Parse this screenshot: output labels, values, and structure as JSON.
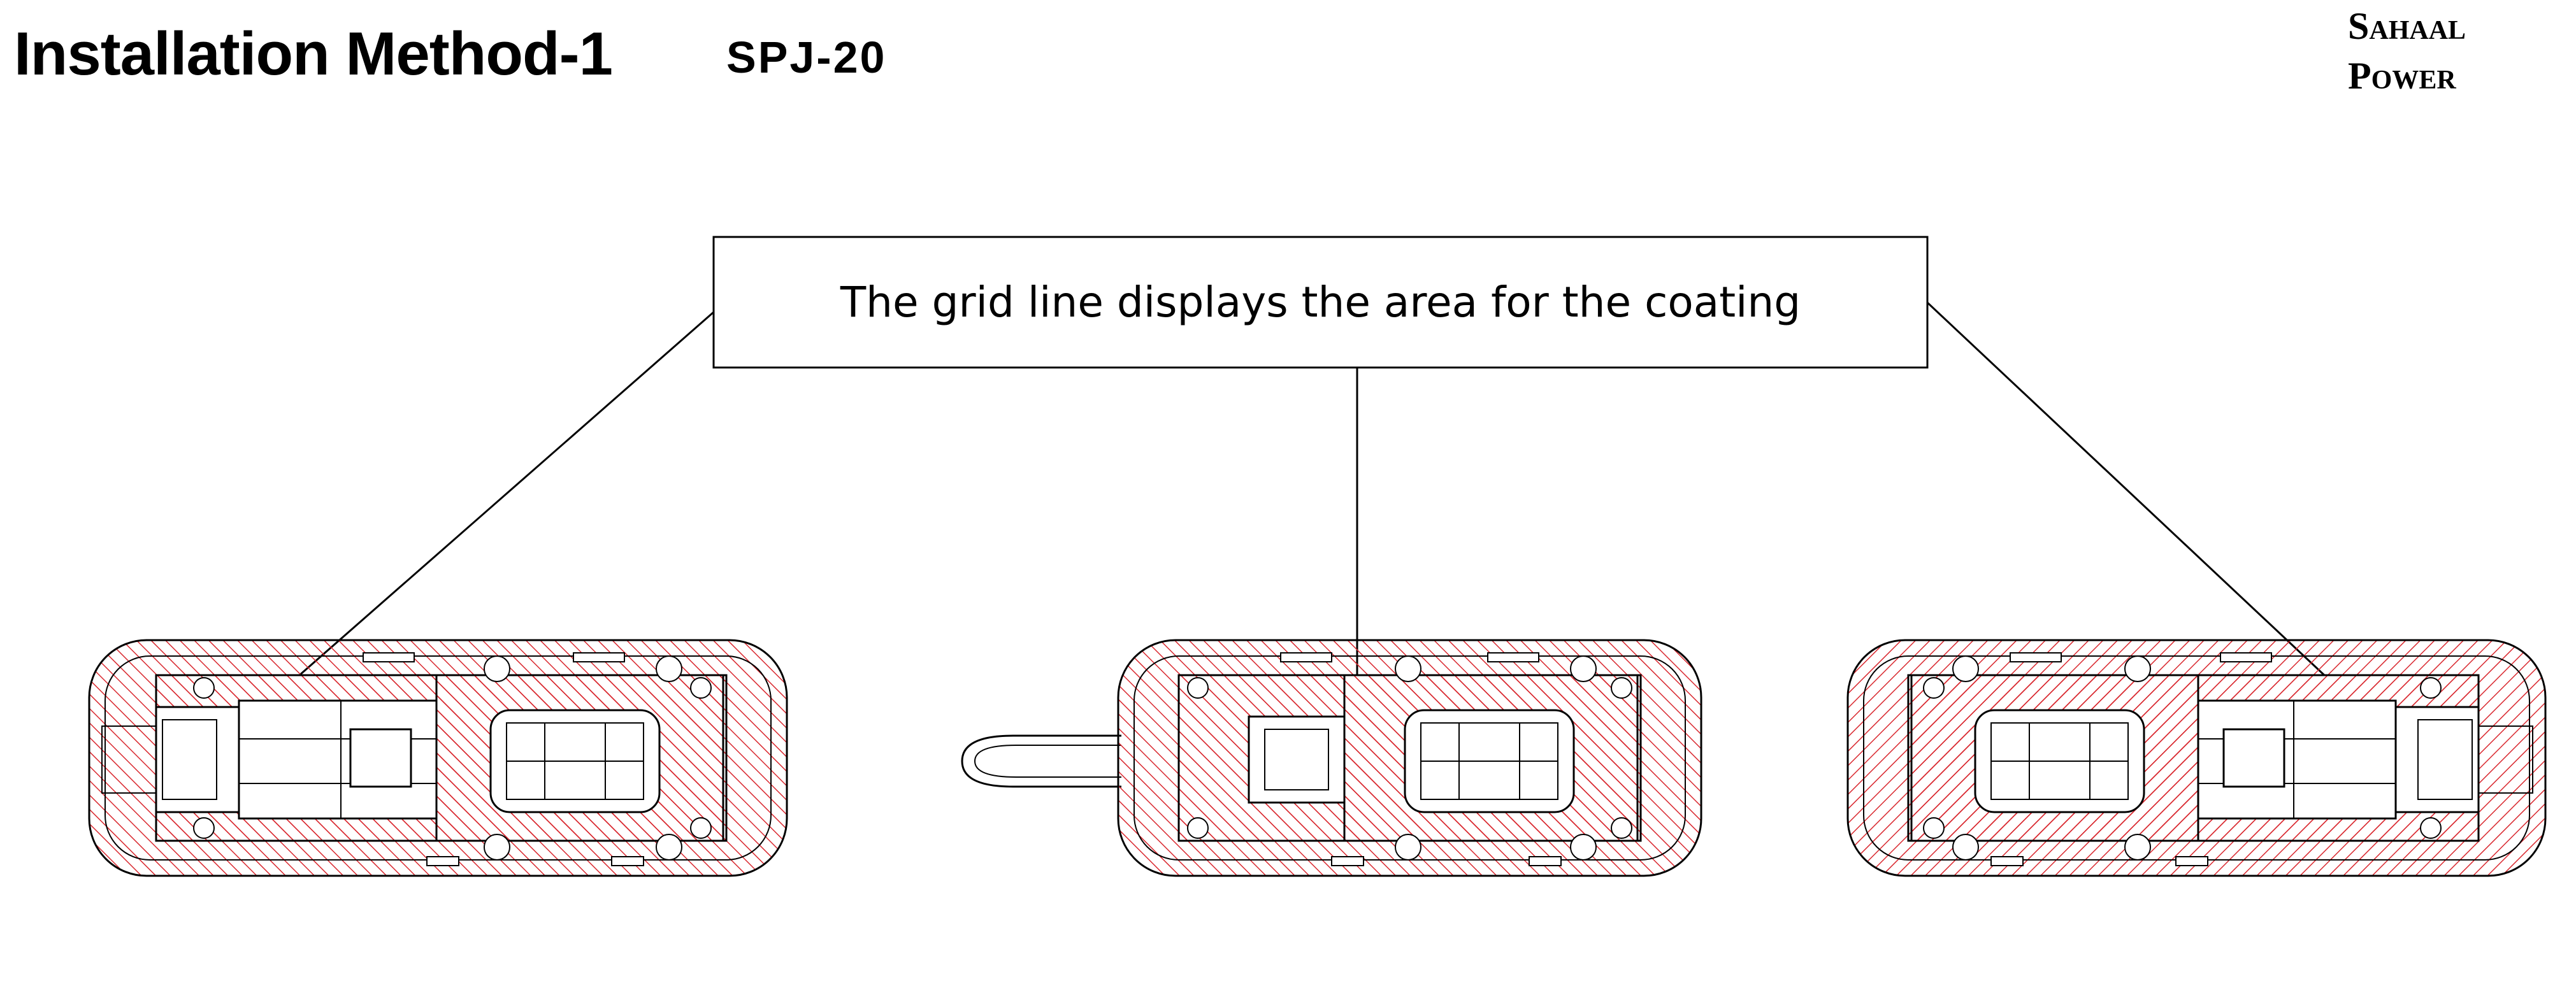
{
  "header": {
    "title": "Installation Method-1",
    "model": "SPJ-20",
    "brand_line1": "Sahaal",
    "brand_line2": "Power"
  },
  "callout": {
    "text": "The grid line displays the area for the coating"
  },
  "colors": {
    "hatch": "#d9282f",
    "line": "#000000",
    "background": "#ffffff"
  }
}
